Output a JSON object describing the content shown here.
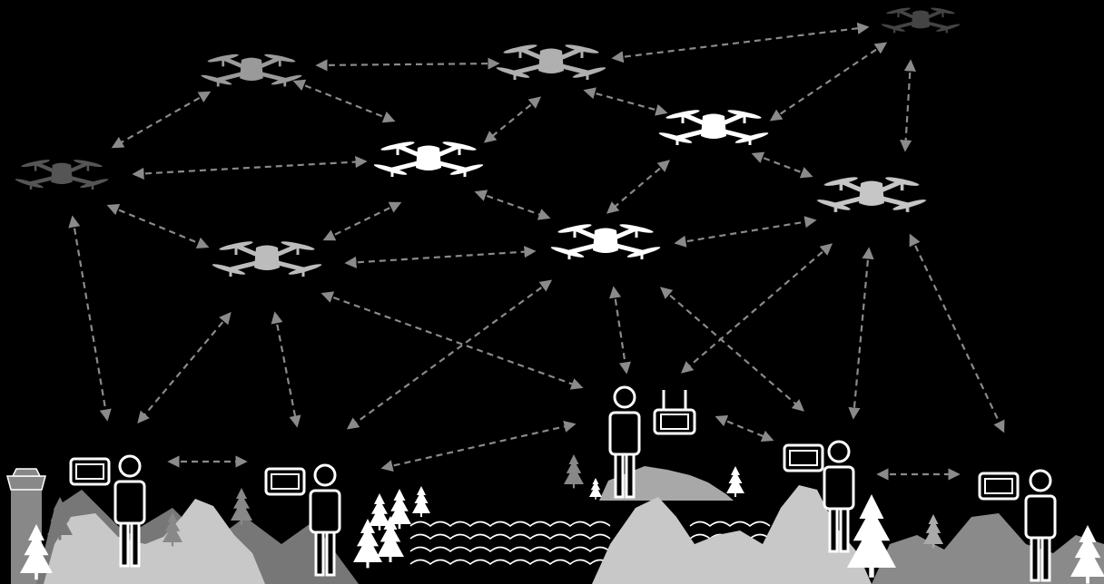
{
  "diagram": {
    "background": "#000000",
    "link_color": "#8a8a8a",
    "drones": [
      {
        "id": "d1",
        "shade": "#9a9a9a"
      },
      {
        "id": "d2",
        "shade": "#b0b0b0"
      },
      {
        "id": "d3",
        "shade": "#ffffff"
      },
      {
        "id": "d4",
        "shade": "#ffffff"
      },
      {
        "id": "d5",
        "shade": "#9a9a9a"
      },
      {
        "id": "d6",
        "shade": "#555555"
      },
      {
        "id": "d7",
        "shade": "#ffffff"
      },
      {
        "id": "d8",
        "shade": "#bcbcbc"
      },
      {
        "id": "d9",
        "shade": "#c6c6c6"
      },
      {
        "id": "d10",
        "shade": "#444444"
      }
    ],
    "operators": [
      {
        "id": "op1",
        "controller": "tablet-controller"
      },
      {
        "id": "op2",
        "controller": "tablet-controller"
      },
      {
        "id": "op3",
        "controller": "handheld-remote"
      },
      {
        "id": "op4",
        "controller": "tablet-controller"
      },
      {
        "id": "op5",
        "controller": "tablet-controller"
      }
    ],
    "landmarks": [
      "control-tower",
      "mountains",
      "pine-trees",
      "lake-waves"
    ]
  }
}
